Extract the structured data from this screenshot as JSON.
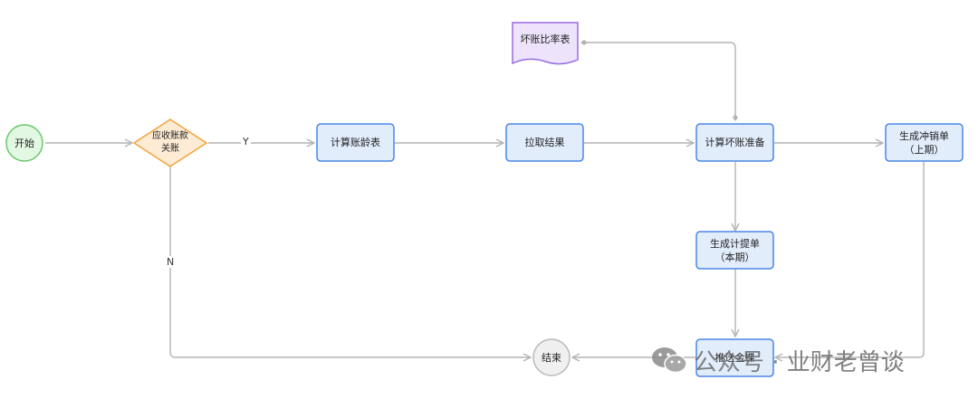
{
  "nodes": {
    "start": "开始",
    "decision": "应收账款\n关账",
    "aging": "计算账龄表",
    "pull": "拉取结果",
    "calc": "计算坏账准备",
    "ratio": "坏账比率表",
    "reverse": "生成冲销单\n（上期）",
    "accrue": "生成计提单\n（本期）",
    "push": "推送金蝶",
    "end": "结束"
  },
  "edges": {
    "yes": "Y",
    "no": "N"
  },
  "watermark": {
    "text": "公众号 · 业财老曾谈"
  },
  "colors": {
    "line": "#b4b4b4",
    "process_fill": "#e2edfc",
    "process_stroke": "#4a86e8",
    "start_fill": "#e3f8e3",
    "start_stroke": "#6cc76c",
    "decision_fill": "#fdebd3",
    "decision_stroke": "#f2a33a",
    "doc_fill": "#ede3fb",
    "doc_stroke": "#9b6be0",
    "end_fill": "#f0f0f0",
    "end_stroke": "#b9b9b9"
  }
}
